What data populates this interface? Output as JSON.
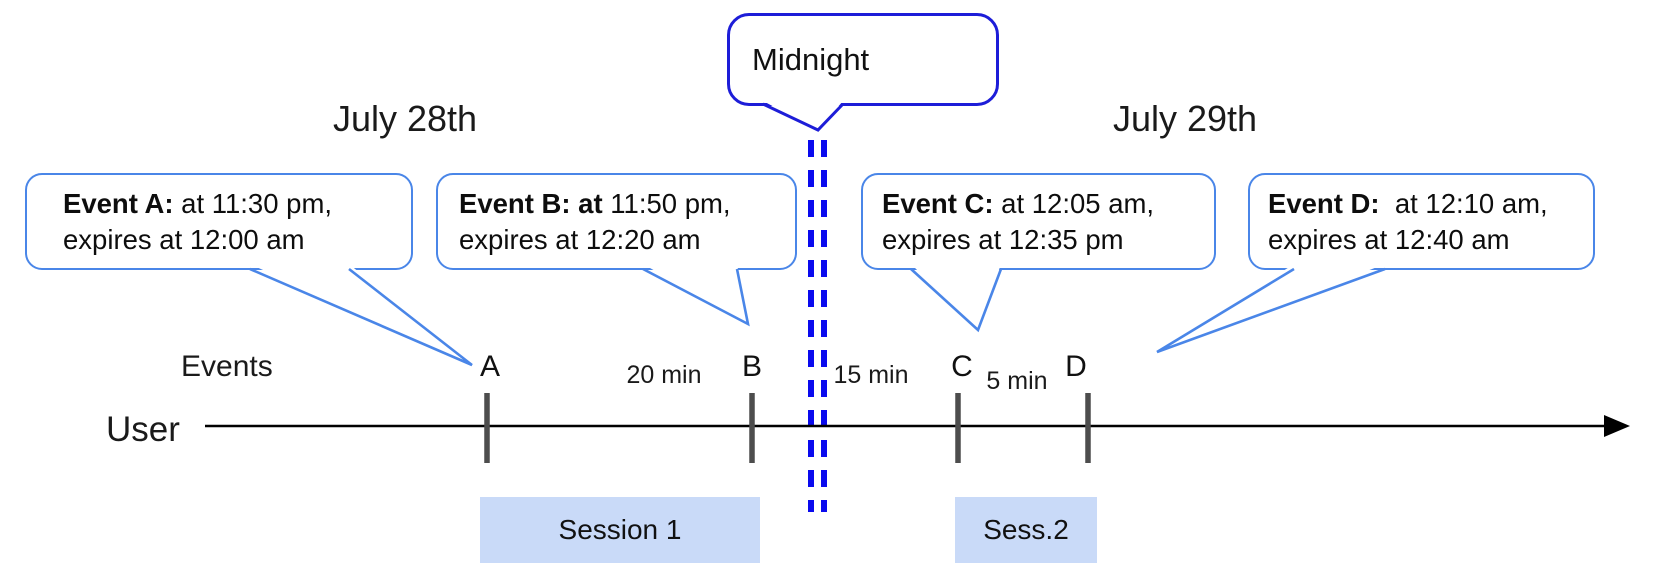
{
  "diagram": {
    "dates": {
      "left": "July 28th",
      "right": "July 29th"
    },
    "midnight": {
      "label": "Midnight"
    },
    "axis": {
      "events_label": "Events",
      "user_label": "User"
    },
    "callouts": [
      {
        "id": "A",
        "bold": "Event A:",
        "rest": " at 11:30 pm,",
        "line2": "expires at 12:00 am"
      },
      {
        "id": "B",
        "bold": "Event B: at",
        "rest": " 11:50 pm,",
        "line2": "expires at 12:20 am"
      },
      {
        "id": "C",
        "bold": "Event C:",
        "rest": " at 12:05 am,",
        "line2": "expires at 12:35 pm"
      },
      {
        "id": "D",
        "bold": "Event D:",
        "rest": "  at 12:10 am,",
        "line2": "expires at 12:40 am"
      }
    ],
    "ticks": [
      {
        "label": "A"
      },
      {
        "label": "B"
      },
      {
        "label": "C"
      },
      {
        "label": "D"
      }
    ],
    "intervals": [
      {
        "label": "20 min"
      },
      {
        "label": "15 min"
      },
      {
        "label": "5 min"
      }
    ],
    "sessions": [
      {
        "label": "Session 1"
      },
      {
        "label": "Sess.2"
      }
    ],
    "colors": {
      "callout_border": "#4a86e8",
      "midnight_border": "#1d1dd8",
      "midnight_dash": "#0a0aee",
      "session_fill": "#c9daf8",
      "tick_gray": "#4d4d4d",
      "timeline_black": "#000000"
    }
  }
}
